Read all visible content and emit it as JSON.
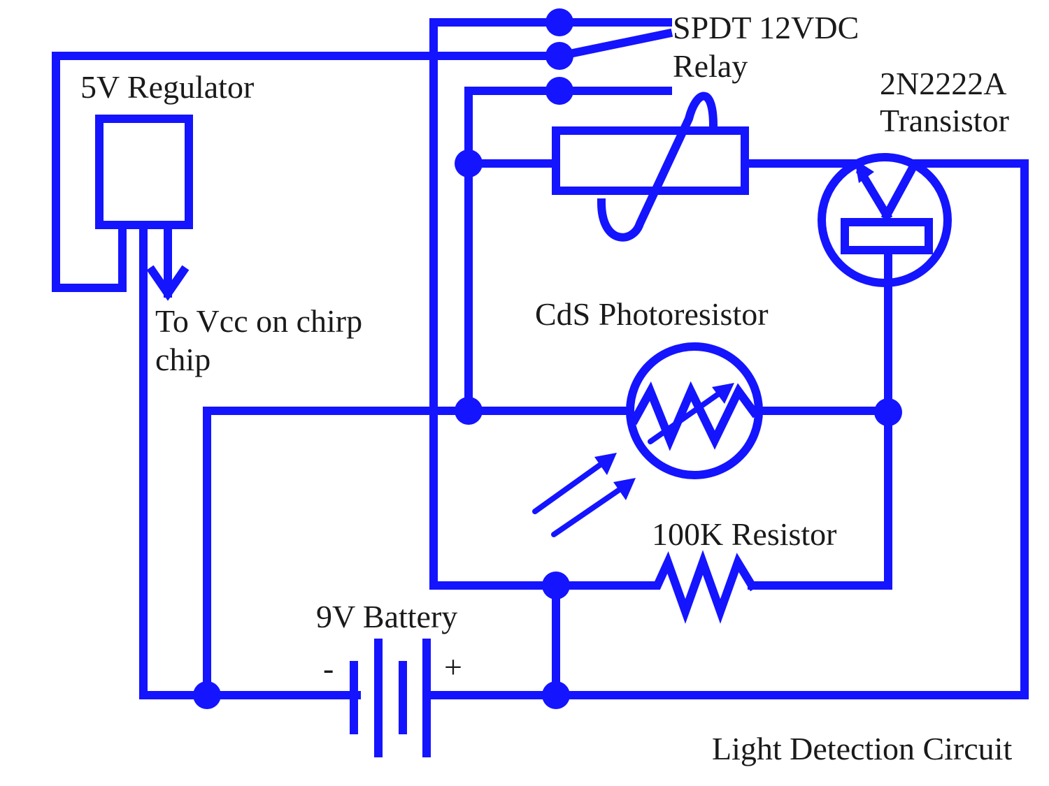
{
  "labels": {
    "regulator": "5V Regulator",
    "vcc_line1": "To Vcc on chirp",
    "vcc_line2": "chip",
    "relay_line1": "SPDT 12VDC",
    "relay_line2": "Relay",
    "transistor_line1": "2N2222A",
    "transistor_line2": "Transistor",
    "photoresistor": "CdS Photoresistor",
    "resistor": "100K Resistor",
    "battery": "9V Battery",
    "battery_neg": "-",
    "battery_pos": "+",
    "caption": "Light Detection Circuit"
  },
  "colors": {
    "wire": "#1414ff",
    "text": "#1a1a1a"
  }
}
